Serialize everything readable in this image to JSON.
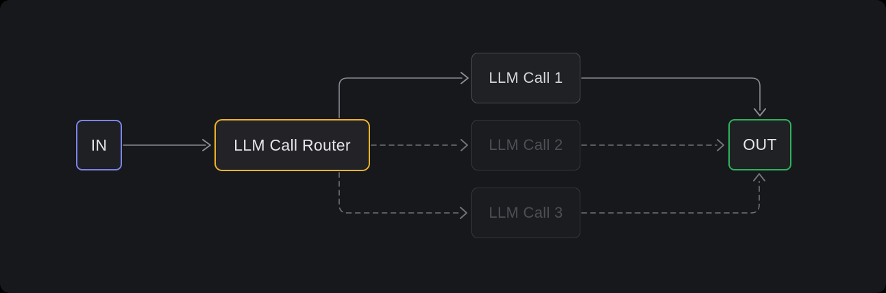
{
  "canvas": {
    "outer_bg": "#000000",
    "panel_bg": "#17181b"
  },
  "nodes": {
    "in": {
      "label": "IN",
      "state": "active",
      "border_color": "#7d84ec",
      "fill": "#1f2024",
      "text_color": "#e6e6e9"
    },
    "router": {
      "label": "LLM Call Router",
      "state": "active",
      "border_color": "#f0b429",
      "fill": "#232327",
      "text_color": "#e6e6e9"
    },
    "call1": {
      "label": "LLM Call 1",
      "state": "active",
      "border_color": "#4e4e57",
      "fill": "#202124",
      "text_color": "#d6d6da"
    },
    "call2": {
      "label": "LLM Call 2",
      "state": "inactive",
      "border_color": "#37373d",
      "fill": "#1b1c1f",
      "text_color": "#4e4e57"
    },
    "call3": {
      "label": "LLM Call 3",
      "state": "inactive",
      "border_color": "#37373d",
      "fill": "#1b1c1f",
      "text_color": "#4e4e57"
    },
    "out": {
      "label": "OUT",
      "state": "active",
      "border_color": "#2db55d",
      "fill": "#202124",
      "text_color": "#e6e6e9"
    }
  },
  "edges": {
    "solid_color": "#8c8c94",
    "dashed_color": "#73737b",
    "items": [
      {
        "from": "in",
        "to": "router",
        "style": "solid"
      },
      {
        "from": "router",
        "to": "call1",
        "style": "solid"
      },
      {
        "from": "call1",
        "to": "out",
        "style": "solid"
      },
      {
        "from": "router",
        "to": "call2",
        "style": "dashed"
      },
      {
        "from": "call2",
        "to": "out",
        "style": "dashed"
      },
      {
        "from": "router",
        "to": "call3",
        "style": "dashed"
      },
      {
        "from": "call3",
        "to": "out",
        "style": "dashed"
      }
    ]
  }
}
